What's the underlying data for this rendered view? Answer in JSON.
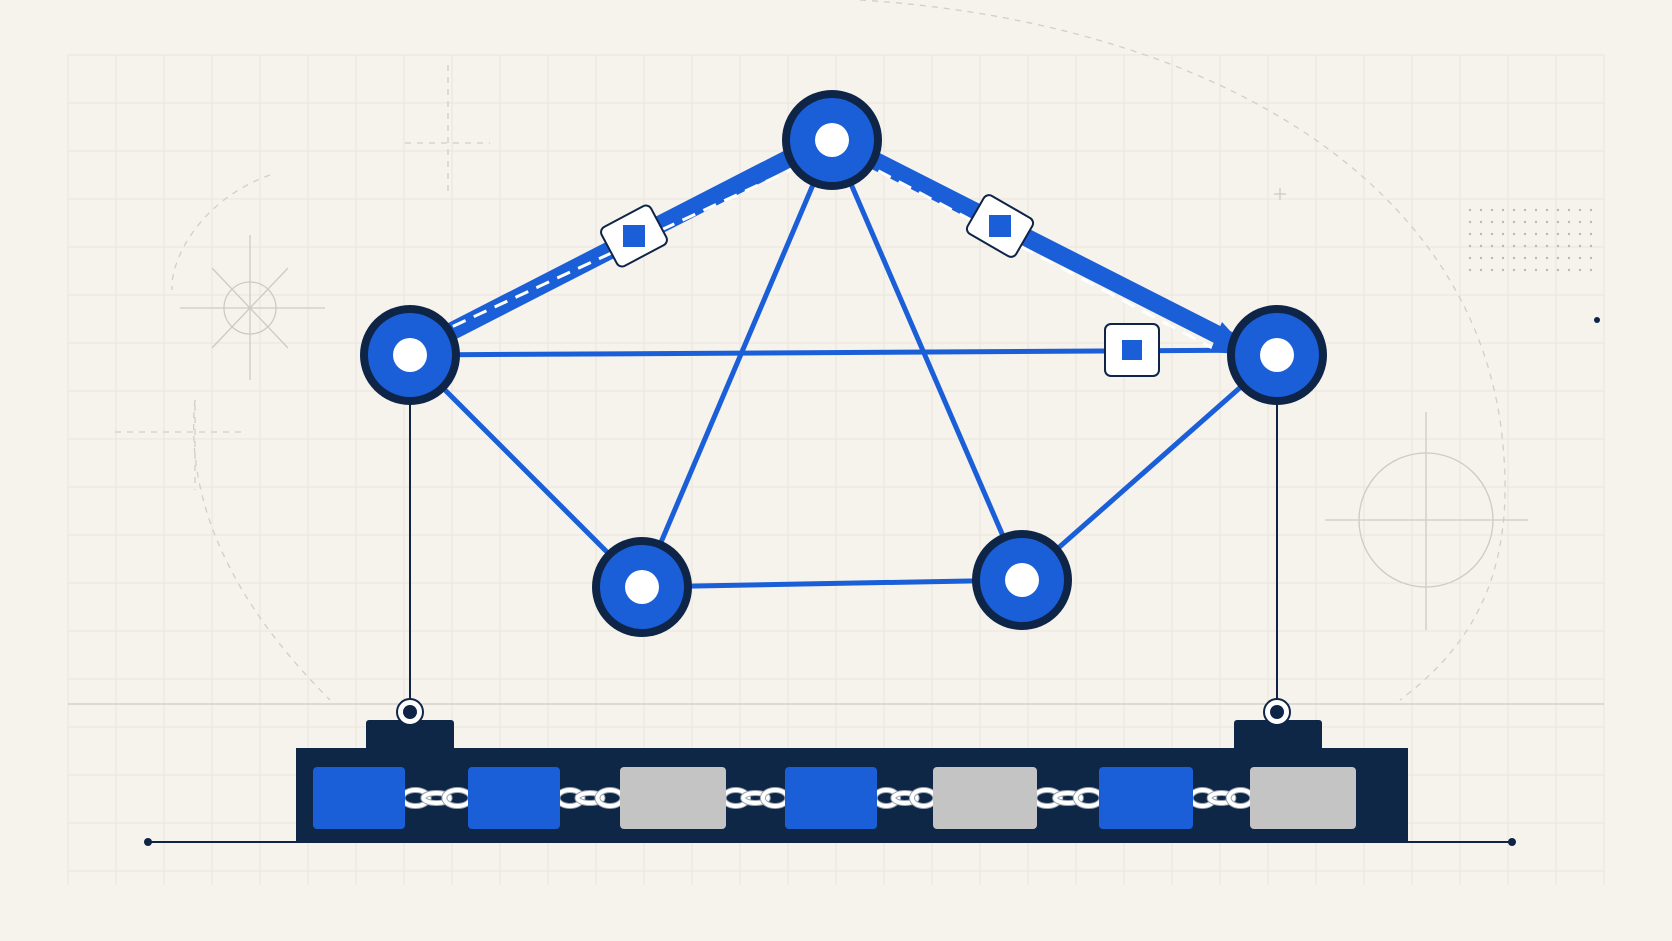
{
  "colors": {
    "background": "#f6f2ec",
    "accent_blue": "#1a5fd8",
    "navy": "#0f2747",
    "gray_block": "#c4c4c4"
  },
  "graph": {
    "nodes": [
      {
        "id": "n-left"
      },
      {
        "id": "n-top"
      },
      {
        "id": "n-right"
      },
      {
        "id": "n-bottom-left"
      },
      {
        "id": "n-bottom-right"
      }
    ],
    "edges": [
      {
        "from": "n-left",
        "to": "n-top",
        "style": "highlighted"
      },
      {
        "from": "n-top",
        "to": "n-right",
        "style": "highlighted-arrow"
      },
      {
        "from": "n-left",
        "to": "n-right",
        "style": "normal"
      },
      {
        "from": "n-left",
        "to": "n-bottom-left",
        "style": "normal"
      },
      {
        "from": "n-top",
        "to": "n-bottom-left",
        "style": "normal"
      },
      {
        "from": "n-top",
        "to": "n-bottom-right",
        "style": "normal"
      },
      {
        "from": "n-bottom-left",
        "to": "n-bottom-right",
        "style": "normal"
      },
      {
        "from": "n-bottom-right",
        "to": "n-right",
        "style": "normal"
      }
    ],
    "packets": 3
  },
  "chain": {
    "blocks": [
      "blue",
      "blue",
      "gray",
      "blue",
      "gray",
      "blue",
      "gray"
    ]
  }
}
